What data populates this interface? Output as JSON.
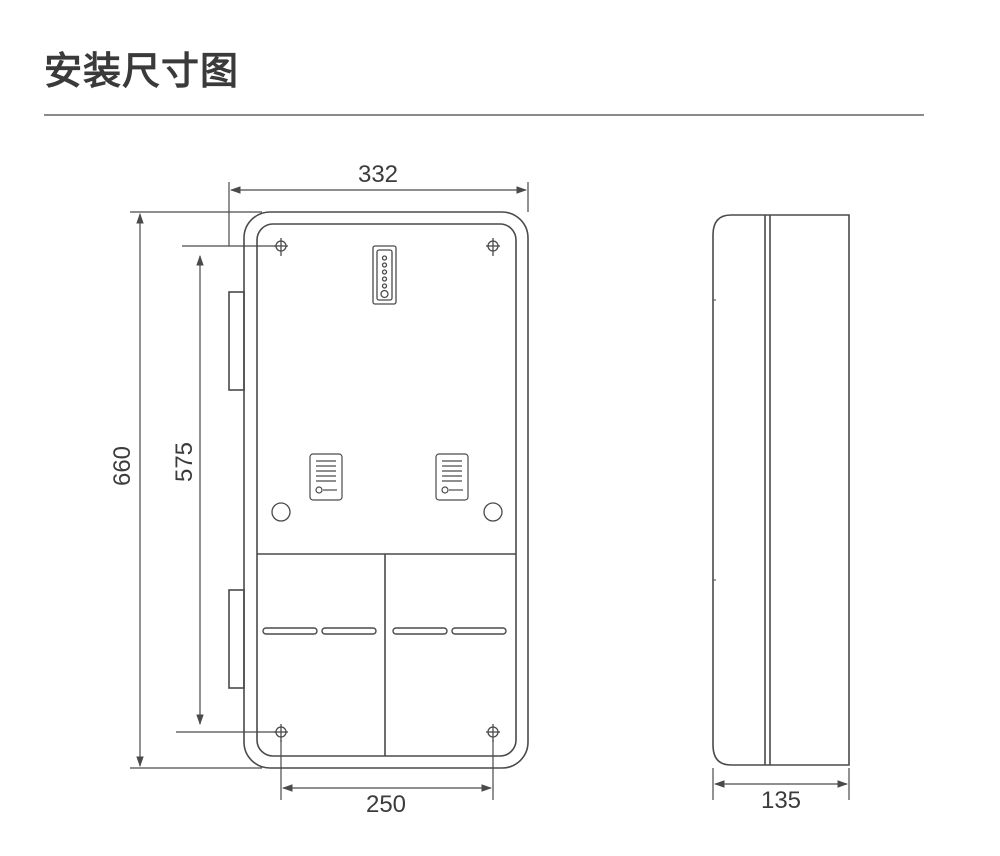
{
  "title": "安装尺寸图",
  "dimensions": {
    "overall_width": "332",
    "overall_height": "660",
    "mount_hole_vertical": "575",
    "mount_hole_horizontal": "250",
    "depth": "135"
  },
  "colors": {
    "line": "#4a4a4a",
    "light_line": "#8c8c8c",
    "text": "#3c3c3c"
  }
}
